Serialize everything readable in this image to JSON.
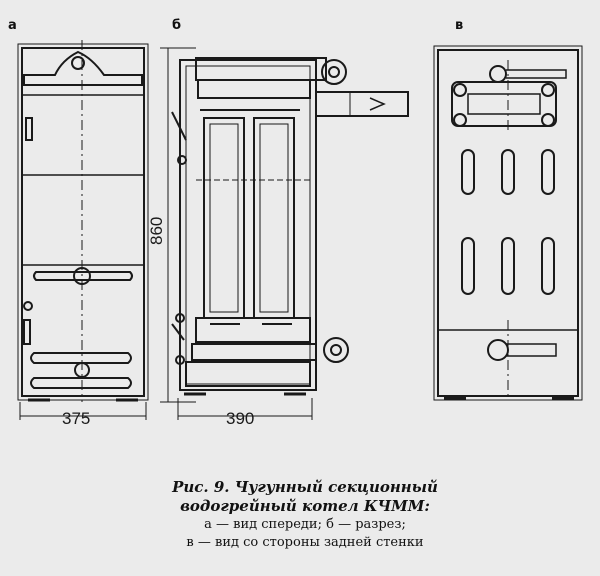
{
  "labels": {
    "view_a": "а",
    "view_b": "б",
    "view_c": "в"
  },
  "dimensions": {
    "width_front": "375",
    "depth_section": "390",
    "height": "860"
  },
  "caption": {
    "title_line1": "Рис. 9. Чугунный секционный",
    "title_line2": "водогрейный котел КЧММ:",
    "legend_line1": "а — вид спереди; б — разрез;",
    "legend_line2": "в — вид со стороны задней стенки"
  },
  "colors": {
    "ink": "#1a1a1a",
    "paper": "#ebebeb"
  }
}
